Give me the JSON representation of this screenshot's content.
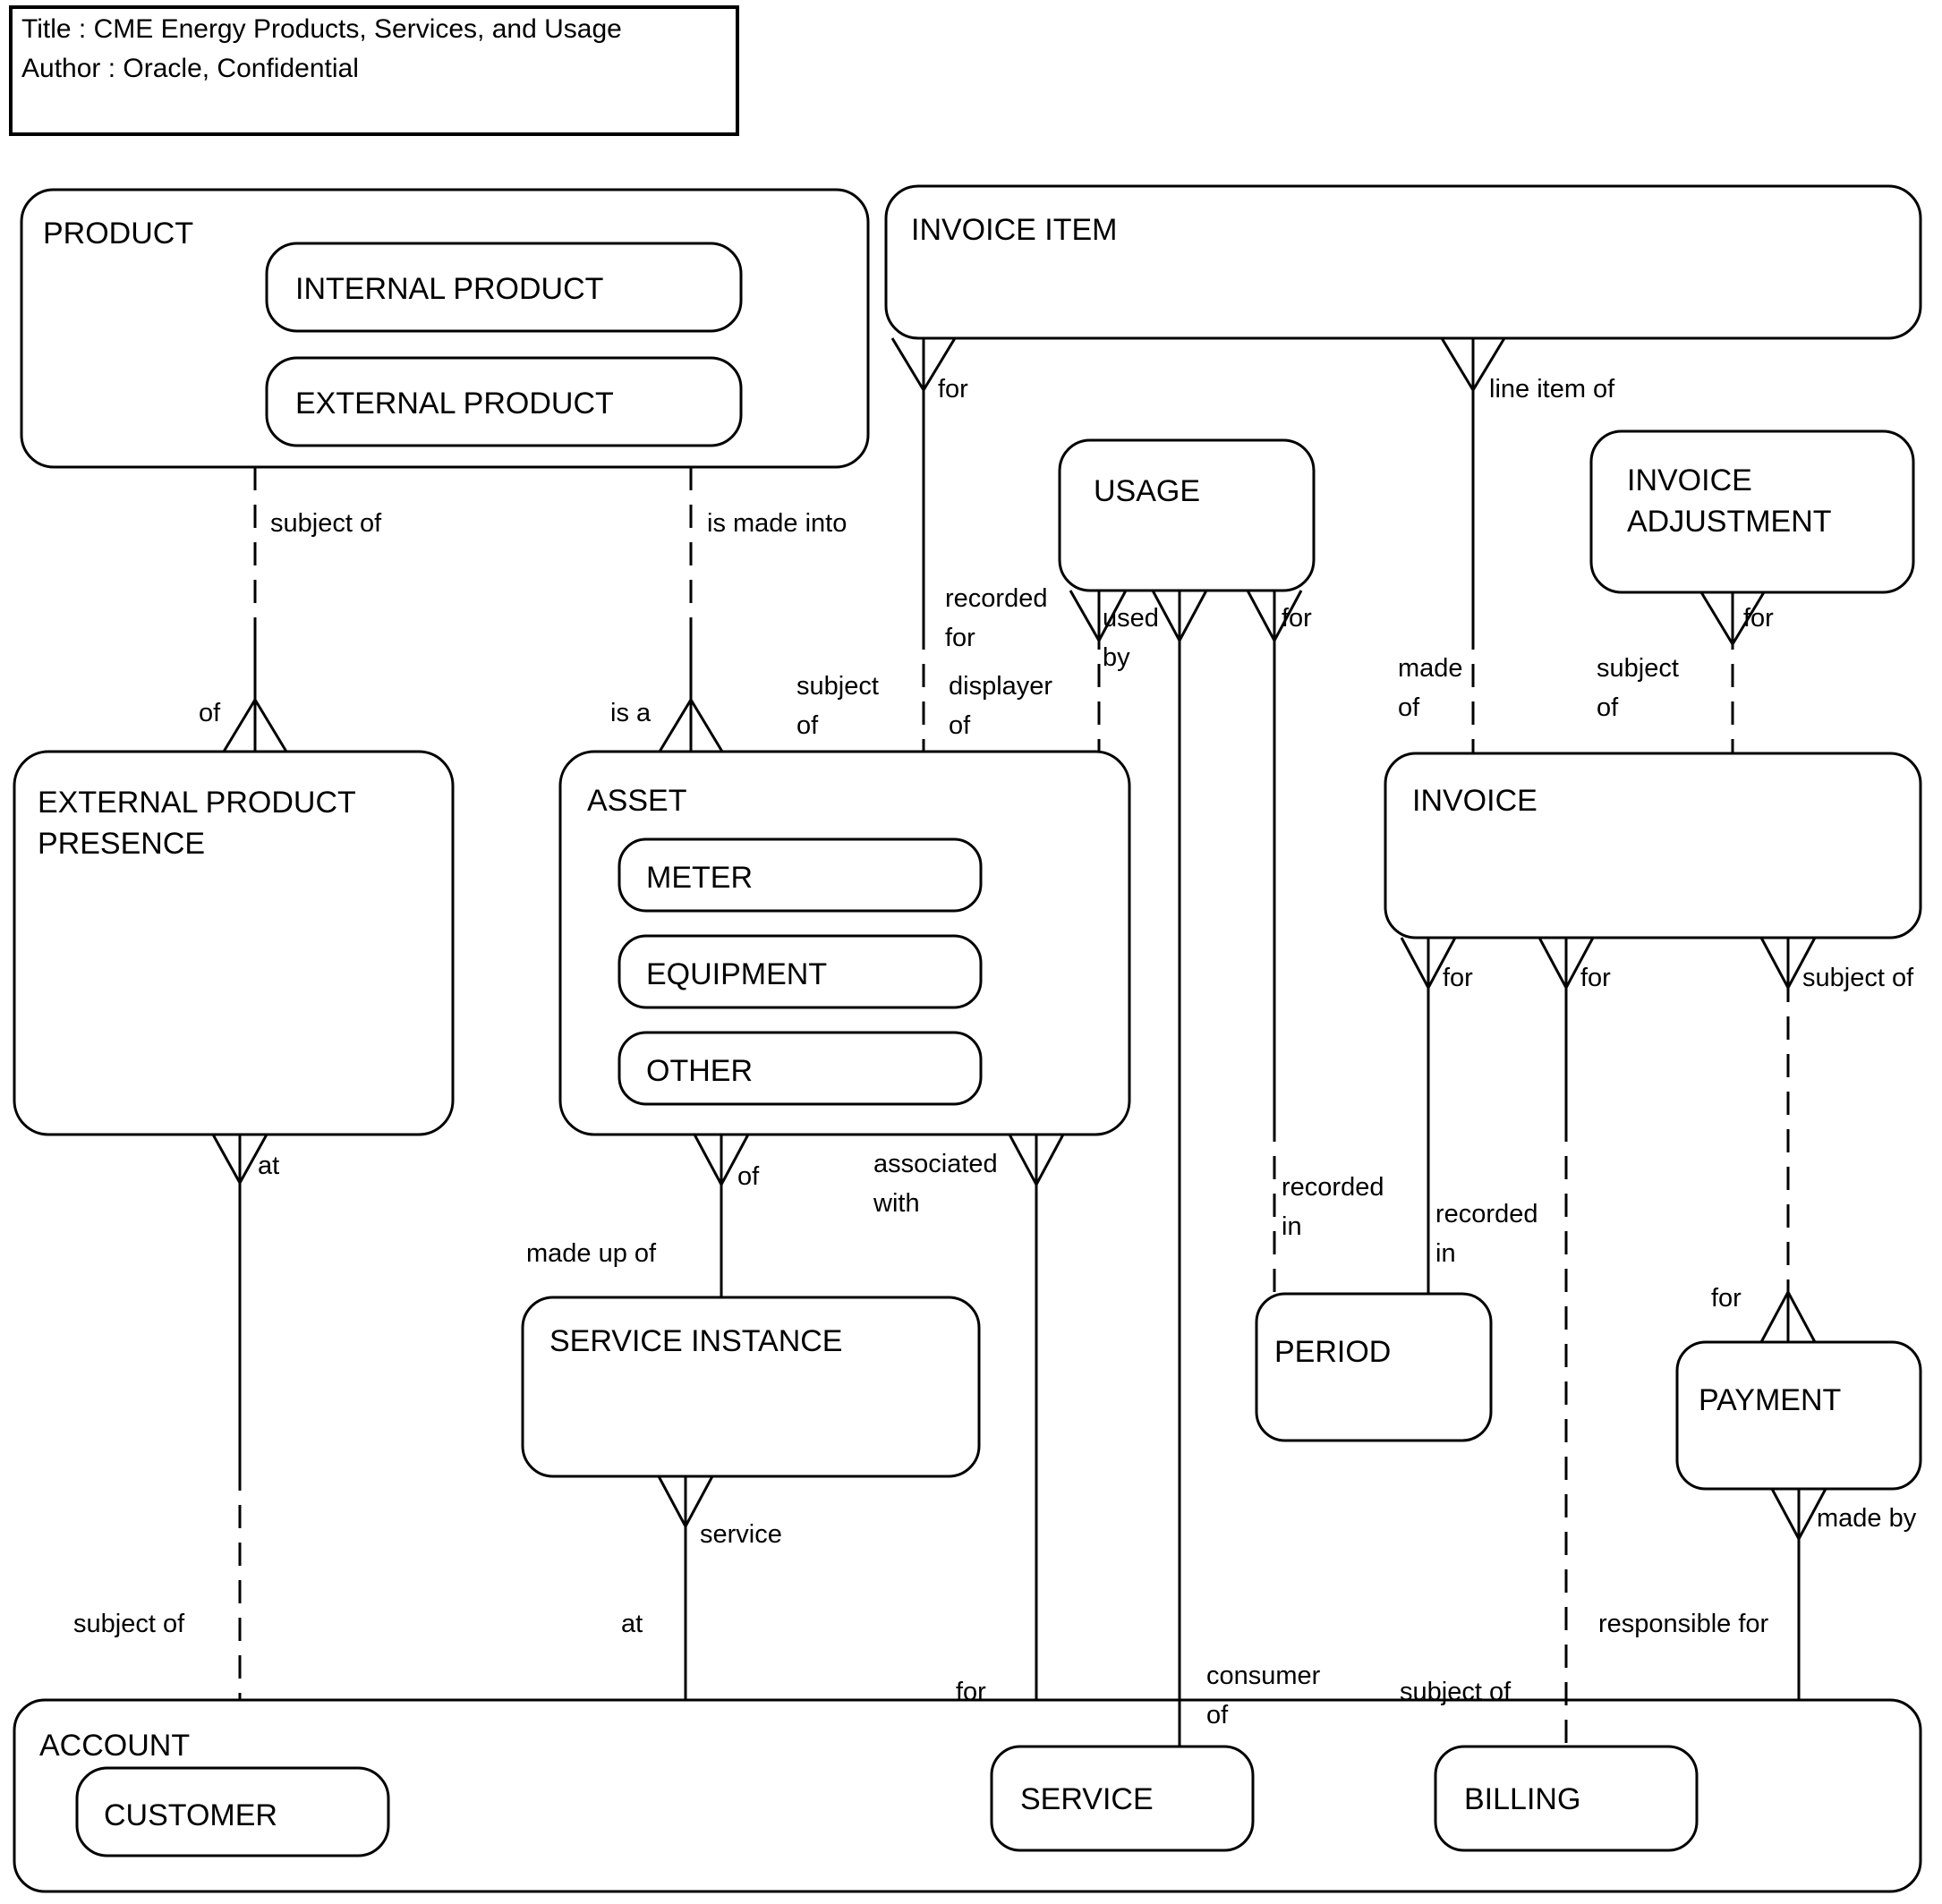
{
  "diagram": {
    "kind": "entity-relationship-diagram",
    "title_block": {
      "title_line": "Title : CME Energy Products, Services, and Usage",
      "author_line": "Author : Oracle, Confidential"
    },
    "entities": [
      {
        "id": "product",
        "label": "PRODUCT",
        "subtypes": [
          "INTERNAL PRODUCT",
          "EXTERNAL PRODUCT"
        ]
      },
      {
        "id": "invoice_item",
        "label": "INVOICE ITEM",
        "subtypes": []
      },
      {
        "id": "usage",
        "label": "USAGE",
        "subtypes": []
      },
      {
        "id": "invoice_adjustment",
        "label": "INVOICE ADJUSTMENT",
        "subtypes": []
      },
      {
        "id": "epp",
        "label": "EXTERNAL PRODUCT PRESENCE",
        "subtypes": []
      },
      {
        "id": "asset",
        "label": "ASSET",
        "subtypes": [
          "METER",
          "EQUIPMENT",
          "OTHER"
        ]
      },
      {
        "id": "invoice",
        "label": "INVOICE",
        "subtypes": []
      },
      {
        "id": "service_instance",
        "label": "SERVICE INSTANCE",
        "subtypes": []
      },
      {
        "id": "period",
        "label": "PERIOD",
        "subtypes": []
      },
      {
        "id": "payment",
        "label": "PAYMENT",
        "subtypes": []
      },
      {
        "id": "account",
        "label": "ACCOUNT",
        "subtypes": [
          "CUSTOMER"
        ]
      },
      {
        "id": "service",
        "label": "SERVICE",
        "subtypes": []
      },
      {
        "id": "billing",
        "label": "BILLING",
        "subtypes": []
      }
    ],
    "entity_labels": {
      "product": "PRODUCT",
      "internal_product": "INTERNAL PRODUCT",
      "external_product": "EXTERNAL PRODUCT",
      "invoice_item": "INVOICE ITEM",
      "usage": "USAGE",
      "invoice_adjustment_l1": "INVOICE",
      "invoice_adjustment_l2": "ADJUSTMENT",
      "epp_l1": "EXTERNAL PRODUCT",
      "epp_l2": "PRESENCE",
      "asset": "ASSET",
      "meter": "METER",
      "equipment": "EQUIPMENT",
      "other": "OTHER",
      "invoice": "INVOICE",
      "service_instance": "SERVICE INSTANCE",
      "period": "PERIOD",
      "payment": "PAYMENT",
      "account": "ACCOUNT",
      "customer": "CUSTOMER",
      "service": "SERVICE",
      "billing": "BILLING"
    },
    "relationship_labels": {
      "product_subject_of": "subject of",
      "product_is_made_into": "is made into",
      "epp_of": "of",
      "epp_at": "at",
      "asset_is_a": "is a",
      "invoice_item_for": "for",
      "invoice_item_line_item_of": "line item of",
      "asset_subject_of": "subject of",
      "usage_recorded_for": "recorded for",
      "usage_displayer_of": "displayer of",
      "usage_used_by": "used by",
      "usage_for": "for",
      "invoice_made_of": "made of",
      "invoice_subject_of_adj": "subject of",
      "invoice_adjustment_for": "for",
      "invoice_for_1": "for",
      "invoice_for_2": "for",
      "invoice_subject_of": "subject of",
      "asset_of": "of",
      "asset_associated_with": "associated with",
      "service_instance_made_up_of": "made up of",
      "service_instance_service": "service",
      "service_instance_at": "at",
      "period_recorded_in_1": "recorded in",
      "period_recorded_in_2": "recorded in",
      "payment_for": "for",
      "payment_made_by": "made by",
      "account_subject_of": "subject of",
      "service_for": "for",
      "service_consumer_of": "consumer of",
      "billing_subject_of": "subject of",
      "billing_responsible_for": "responsible for"
    },
    "colors": {
      "stroke": "#000000",
      "background": "#ffffff"
    }
  }
}
